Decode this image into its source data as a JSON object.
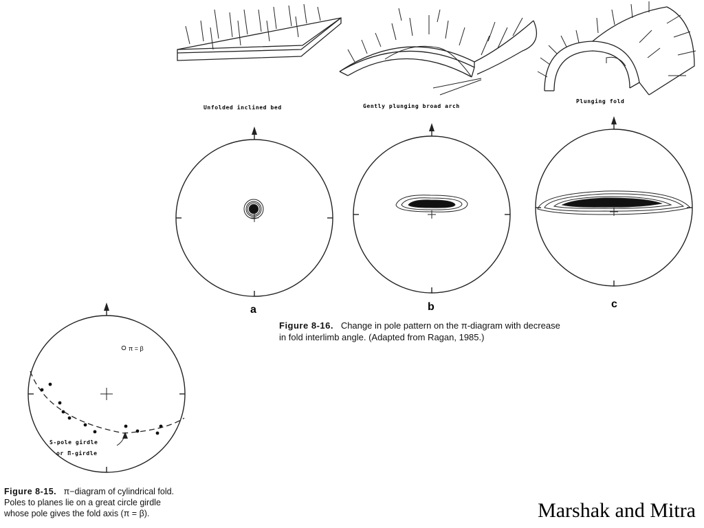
{
  "blocks": [
    {
      "id": "unfolded",
      "label": "Unfolded inclined bed"
    },
    {
      "id": "arch",
      "label": "Gently plunging broad arch"
    },
    {
      "id": "plunging",
      "label": "Plunging fold"
    }
  ],
  "panels": [
    "a",
    "b",
    "c"
  ],
  "fig16": {
    "number": "Figure 8-16.",
    "line1": "Change in pole pattern on the π-diagram with decrease",
    "line2": "in fold interlimb angle.  (Adapted from Ragan, 1985.)"
  },
  "fig15": {
    "pi_beta": "π = β",
    "girdle_line1": "S-pole girdle",
    "girdle_line2": "or Π-girdle",
    "number": "Figure 8-15.",
    "line1": "π−diagram of cylindrical fold.",
    "line2": "Poles to planes lie on a great circle girdle",
    "line3": "whose pole gives the fold axis (π = β)."
  },
  "credit": "Marshak and Mitra"
}
